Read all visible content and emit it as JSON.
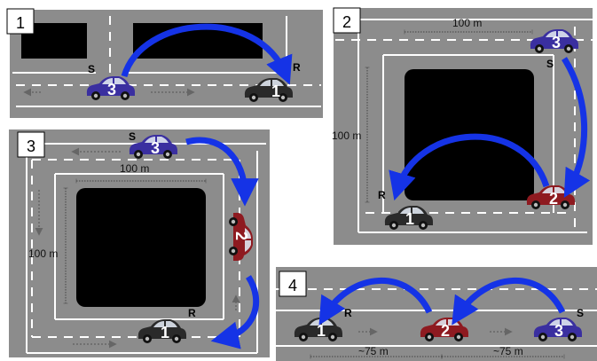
{
  "panels": [
    {
      "number": "1",
      "cars": [
        "3",
        "1"
      ],
      "markers": [
        "S",
        "R"
      ]
    },
    {
      "number": "2",
      "distance_top": "100 m",
      "distance_side": "100 m",
      "cars": [
        "3",
        "2",
        "1"
      ],
      "markers": [
        "S",
        "R"
      ]
    },
    {
      "number": "3",
      "distance_top": "100 m",
      "distance_side": "100 m",
      "cars": [
        "3",
        "2",
        "1"
      ],
      "markers": [
        "S",
        "R"
      ]
    },
    {
      "number": "4",
      "distance_left": "~75 m",
      "distance_right": "~75 m",
      "cars": [
        "1",
        "2",
        "3"
      ],
      "markers": [
        "R",
        "S"
      ]
    }
  ],
  "colors": {
    "road": "#8c8c8c",
    "block": "#000000",
    "lane_line": "#ffffff",
    "arrow": "#1533e6",
    "car_blue": "#3a2fa0",
    "car_red": "#8e1a20",
    "car_black": "#2a2a2a",
    "label_box": "#ffffff"
  }
}
